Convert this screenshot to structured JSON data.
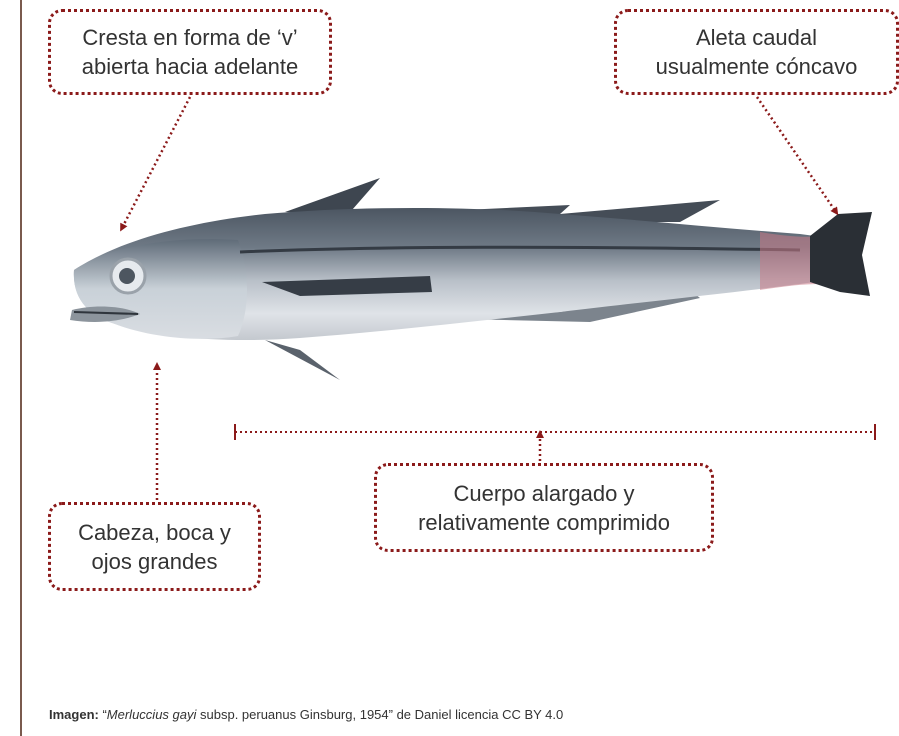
{
  "callouts": {
    "crest": {
      "line1": "Cresta en forma de ‘v’",
      "line2": "abierta hacia adelante"
    },
    "tail": {
      "line1": "Aleta caudal",
      "line2": "usualmente cóncavo"
    },
    "head": {
      "line1": "Cabeza, boca y",
      "line2": "ojos grandes"
    },
    "body": {
      "line1": "Cuerpo alargado y",
      "line2": "relativamente comprimido"
    }
  },
  "caption": {
    "label": "Imagen:",
    "open_quote": " “",
    "species": "Merluccius gayi",
    "rest": " subsp. peruanus Ginsburg, 1954” de Daniel licencia CC BY 4.0"
  },
  "colors": {
    "accent": "#8b1a1a",
    "rule": "#7a5a4e",
    "text": "#333333"
  },
  "icons": [
    "fish-illustration",
    "arrow-icon"
  ]
}
